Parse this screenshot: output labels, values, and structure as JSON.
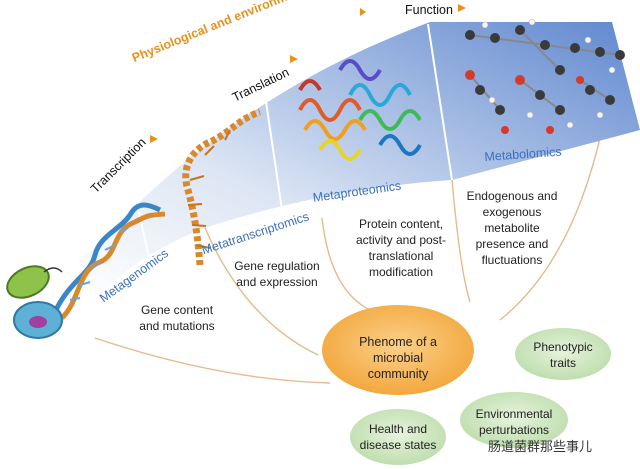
{
  "banner": {
    "influence": "Physiological and environmental influence",
    "stages": [
      "Transcription",
      "Translation",
      "Function"
    ]
  },
  "omics": [
    "Metagenomics",
    "Metatranscriptomics",
    "Metaproteomics",
    "Metabolomics"
  ],
  "descriptions": [
    "Gene content and mutations",
    "Gene regulation and expression",
    "Protein content, activity and post-translational modification",
    "Endogenous and exogenous metabolite presence and fluctuations"
  ],
  "center": "Phenome of a microbial community",
  "satellites": [
    "Phenotypic traits",
    "Health and disease states",
    "Environmental perturbations"
  ],
  "watermark": "肠道菌群那些事儿",
  "colors": {
    "accent": "#e8921e",
    "omic": "#3a6fc0",
    "center": "#f5b04c",
    "satellite": "#cfe7c0"
  }
}
